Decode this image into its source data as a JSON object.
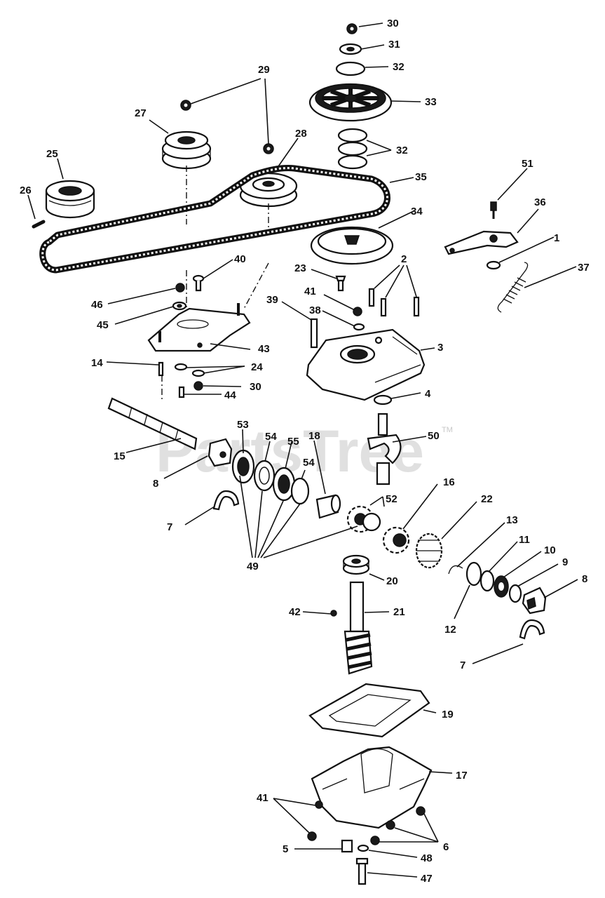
{
  "watermark": {
    "text": "PartsTree",
    "trademark": "TM"
  },
  "callouts": [
    {
      "id": "c30a",
      "text": "30"
    },
    {
      "id": "c31",
      "text": "31"
    },
    {
      "id": "c32a",
      "text": "32"
    },
    {
      "id": "c33",
      "text": "33"
    },
    {
      "id": "c32b",
      "text": "32"
    },
    {
      "id": "c29",
      "text": "29"
    },
    {
      "id": "c27",
      "text": "27"
    },
    {
      "id": "c28",
      "text": "28"
    },
    {
      "id": "c25",
      "text": "25"
    },
    {
      "id": "c26",
      "text": "26"
    },
    {
      "id": "c35",
      "text": "35"
    },
    {
      "id": "c51",
      "text": "51"
    },
    {
      "id": "c36",
      "text": "36"
    },
    {
      "id": "c34",
      "text": "34"
    },
    {
      "id": "c1",
      "text": "1"
    },
    {
      "id": "c37",
      "text": "37"
    },
    {
      "id": "c40",
      "text": "40"
    },
    {
      "id": "c23",
      "text": "23"
    },
    {
      "id": "c2",
      "text": "2"
    },
    {
      "id": "c46",
      "text": "46"
    },
    {
      "id": "c41a",
      "text": "41"
    },
    {
      "id": "c39",
      "text": "39"
    },
    {
      "id": "c38",
      "text": "38"
    },
    {
      "id": "c45",
      "text": "45"
    },
    {
      "id": "c43",
      "text": "43"
    },
    {
      "id": "c3",
      "text": "3"
    },
    {
      "id": "c14",
      "text": "14"
    },
    {
      "id": "c24",
      "text": "24"
    },
    {
      "id": "c30b",
      "text": "30"
    },
    {
      "id": "c44",
      "text": "44"
    },
    {
      "id": "c4",
      "text": "4"
    },
    {
      "id": "c53",
      "text": "53"
    },
    {
      "id": "c54a",
      "text": "54"
    },
    {
      "id": "c55",
      "text": "55"
    },
    {
      "id": "c18",
      "text": "18"
    },
    {
      "id": "c50",
      "text": "50"
    },
    {
      "id": "c15",
      "text": "15"
    },
    {
      "id": "c54b",
      "text": "54"
    },
    {
      "id": "c8a",
      "text": "8"
    },
    {
      "id": "c16",
      "text": "16"
    },
    {
      "id": "c52",
      "text": "52"
    },
    {
      "id": "c22",
      "text": "22"
    },
    {
      "id": "c7a",
      "text": "7"
    },
    {
      "id": "c13",
      "text": "13"
    },
    {
      "id": "c11",
      "text": "11"
    },
    {
      "id": "c10",
      "text": "10"
    },
    {
      "id": "c9",
      "text": "9"
    },
    {
      "id": "c49",
      "text": "49"
    },
    {
      "id": "c8b",
      "text": "8"
    },
    {
      "id": "c20",
      "text": "20"
    },
    {
      "id": "c42",
      "text": "42"
    },
    {
      "id": "c21",
      "text": "21"
    },
    {
      "id": "c12",
      "text": "12"
    },
    {
      "id": "c7b",
      "text": "7"
    },
    {
      "id": "c19",
      "text": "19"
    },
    {
      "id": "c17",
      "text": "17"
    },
    {
      "id": "c41b",
      "text": "41"
    },
    {
      "id": "c6",
      "text": "6"
    },
    {
      "id": "c5",
      "text": "5"
    },
    {
      "id": "c48",
      "text": "48"
    },
    {
      "id": "c47",
      "text": "47"
    }
  ]
}
